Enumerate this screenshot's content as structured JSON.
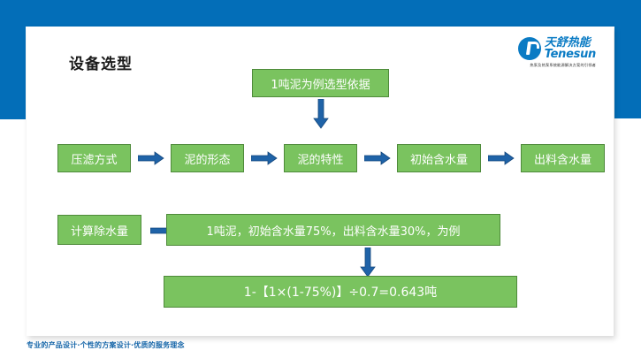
{
  "slide": {
    "title": "设备选型",
    "footer": "专业的产品设计·个性的方案设计·优质的服务理念"
  },
  "brand": {
    "name_cn": "天舒热能",
    "name_en": "Tenesun",
    "tagline": "热泵及热泵系统能源解决方案的引领者",
    "mark": "circular-t-logo",
    "color": "#0a7bc4"
  },
  "colors": {
    "frame_blue": "#036EB8",
    "box_fill": "#7AC35F",
    "box_border": "#4E8A3A",
    "arrow_fill": "#1F63A8",
    "arrow_border": "#14477C",
    "footer_blue": "#1565A8"
  },
  "flow": {
    "premise_box": "1吨泥为例选型依据",
    "chain": [
      "压滤方式",
      "泥的形态",
      "泥的特性",
      "初始含水量",
      "出料含水量"
    ],
    "calc_label": "计算除水量",
    "calc_example": "1吨泥，初始含水量75%，出料含水量30%，为例",
    "result_formula": "1-【1×(1-75%)】÷0.7=0.643吨"
  },
  "arrows": {
    "down_to_chain": "arrow-down-icon",
    "down_to_result": "arrow-down-icon",
    "chain_connectors": [
      "arrow-right-icon",
      "arrow-right-icon",
      "arrow-right-icon",
      "arrow-right-icon"
    ],
    "calc_connector": "arrow-right-icon"
  }
}
